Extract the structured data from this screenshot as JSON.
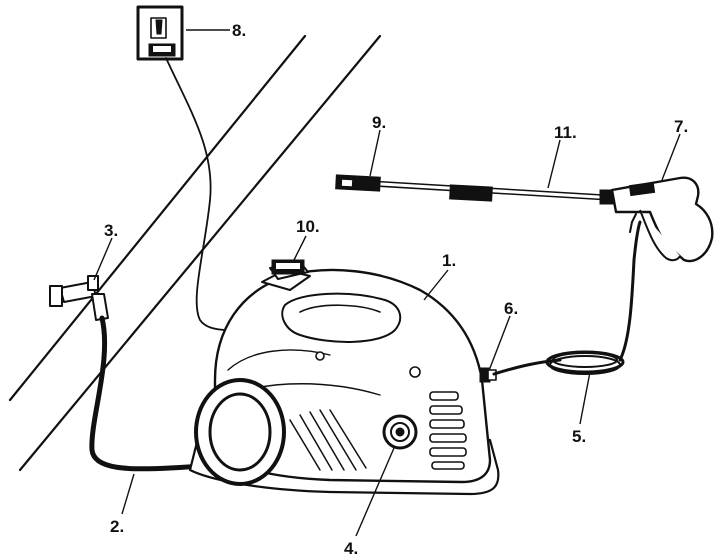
{
  "diagram": {
    "callouts": [
      {
        "id": "c1",
        "text": "1."
      },
      {
        "id": "c2",
        "text": "2."
      },
      {
        "id": "c3",
        "text": "3."
      },
      {
        "id": "c4",
        "text": "4."
      },
      {
        "id": "c5",
        "text": "5."
      },
      {
        "id": "c6",
        "text": "6."
      },
      {
        "id": "c7",
        "text": "7."
      },
      {
        "id": "c8",
        "text": "8."
      },
      {
        "id": "c9",
        "text": "9."
      },
      {
        "id": "c10",
        "text": "10."
      },
      {
        "id": "c11",
        "text": "11."
      }
    ],
    "colors": {
      "ink": "#111111",
      "background": "#ffffff"
    }
  }
}
